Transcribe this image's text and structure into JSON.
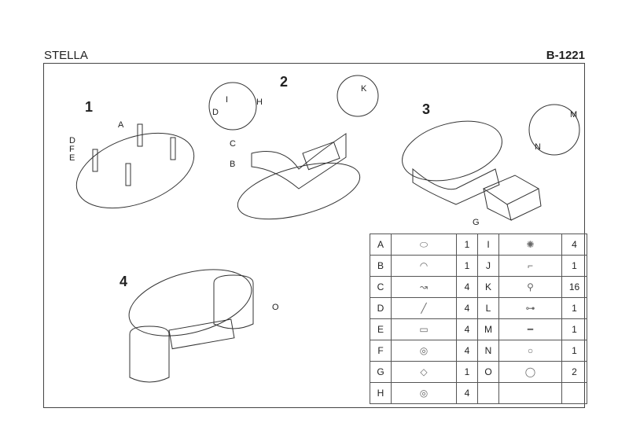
{
  "header": {
    "title": "STELLA",
    "code": "B-1221"
  },
  "steps": [
    "1",
    "2",
    "3",
    "4"
  ],
  "callouts": {
    "step1": [
      "A",
      "D",
      "F",
      "E"
    ],
    "step2": [
      "I",
      "H",
      "D",
      "K",
      "C",
      "B"
    ],
    "step3": [
      "M",
      "N",
      "G"
    ],
    "step4": [
      "O"
    ]
  },
  "parts": [
    {
      "left": {
        "letter": "A",
        "icon": "oval-glass-top-icon",
        "qty": "1"
      },
      "right": {
        "letter": "I",
        "icon": "nut-icon",
        "qty": "4"
      }
    },
    {
      "left": {
        "letter": "B",
        "icon": "table-base-icon",
        "qty": "1"
      },
      "right": {
        "letter": "J",
        "icon": "allen-key-icon",
        "qty": "1"
      }
    },
    {
      "left": {
        "letter": "C",
        "icon": "bracket-icon",
        "qty": "4"
      },
      "right": {
        "letter": "K",
        "icon": "screw-icon",
        "qty": "16"
      }
    },
    {
      "left": {
        "letter": "D",
        "icon": "rod-icon",
        "qty": "4"
      },
      "right": {
        "letter": "L",
        "icon": "bolt-icon",
        "qty": "1"
      }
    },
    {
      "left": {
        "letter": "E",
        "icon": "tube-leg-icon",
        "qty": "4"
      },
      "right": {
        "letter": "M",
        "icon": "pin-icon",
        "qty": "1"
      }
    },
    {
      "left": {
        "letter": "F",
        "icon": "cap-icon",
        "qty": "4"
      },
      "right": {
        "letter": "N",
        "icon": "knob-icon",
        "qty": "1"
      }
    },
    {
      "left": {
        "letter": "G",
        "icon": "drawer-icon",
        "qty": "1"
      },
      "right": {
        "letter": "O",
        "icon": "pouf-icon",
        "qty": "2"
      }
    },
    {
      "left": {
        "letter": "H",
        "icon": "washer-icon",
        "qty": "4"
      },
      "right": {
        "letter": "",
        "icon": "",
        "qty": ""
      }
    }
  ]
}
